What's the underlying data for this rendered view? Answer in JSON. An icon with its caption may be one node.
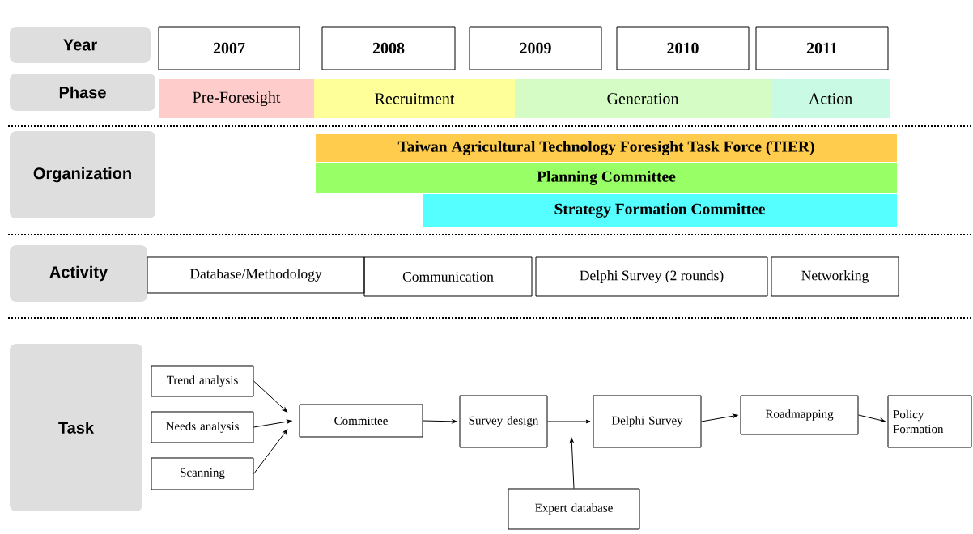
{
  "diagram": {
    "nodes": [
      {
        "text": [
          "Year"
        ]
      },
      {
        "text": [
          "2007"
        ]
      },
      {
        "text": [
          "2008"
        ]
      },
      {
        "text": [
          "2009"
        ]
      },
      {
        "text": [
          "2010"
        ]
      },
      {
        "text": [
          "2011"
        ]
      },
      {
        "text": [
          "Phase"
        ]
      },
      {
        "text": [
          "Pre-Foresight"
        ]
      },
      {
        "text": [
          "Recruitment"
        ]
      },
      {
        "text": [
          "Generation"
        ]
      },
      {
        "text": [
          "Action"
        ]
      },
      {
        "text": [
          "Organization"
        ]
      },
      {
        "text": [
          "Taiwan Agricultural Technology Foresight Task Force (TIER)"
        ]
      },
      {
        "text": [
          "Planning Committee"
        ]
      },
      {
        "text": [
          "Strategy Formation Committee"
        ]
      },
      {
        "text": [
          "Activity"
        ]
      },
      {
        "text": [
          "Database/Methodology"
        ]
      },
      {
        "text": [
          "Communication"
        ]
      },
      {
        "text": [
          "Delphi Survey (2 rounds)"
        ]
      },
      {
        "text": [
          "Networking"
        ]
      },
      {
        "text": [
          "Task"
        ]
      },
      {
        "text": [
          "Trend analysis"
        ]
      },
      {
        "text": [
          "Needs analysis"
        ]
      },
      {
        "text": [
          "Scanning"
        ]
      },
      {
        "text": [
          "Committee"
        ]
      },
      {
        "text": [
          "Survey design"
        ]
      },
      {
        "text": [
          "Delphi Survey"
        ]
      },
      {
        "text": [
          "Roadmapping"
        ]
      },
      {
        "text": [
          "Policy Formation"
        ]
      },
      {
        "text": [
          "Expert database"
        ]
      }
    ],
    "edges": [
      {
        "from": 21,
        "to": 24,
        "arrow": "to"
      },
      {
        "from": 22,
        "to": 24,
        "arrow": "to"
      },
      {
        "from": 23,
        "to": 24,
        "arrow": "to"
      },
      {
        "from": 24,
        "to": 25,
        "arrow": "to"
      },
      {
        "from": 25,
        "to": 26,
        "arrow": "to"
      },
      {
        "from": 29,
        "to": null,
        "arrow": "to"
      },
      {
        "from": 26,
        "to": 27,
        "arrow": "to"
      },
      {
        "from": 27,
        "to": 28,
        "arrow": "to"
      }
    ]
  }
}
